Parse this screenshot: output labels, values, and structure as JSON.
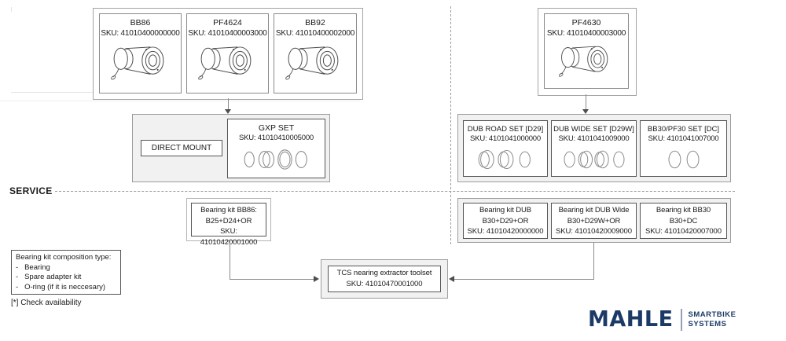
{
  "accent_color": "#1c3a66",
  "left_group": {
    "parts": [
      {
        "name": "BB86",
        "sku": "SKU: 41010400000000"
      },
      {
        "name": "PF4624",
        "sku": "SKU: 41010400003000"
      },
      {
        "name": "BB92",
        "sku": "SKU: 41010400002000"
      }
    ]
  },
  "gxp": {
    "direct_mount": "DIRECT MOUNT",
    "name": "GXP SET",
    "sku": "SKU: 41010410005000"
  },
  "right_part": {
    "name": "PF4630",
    "sku": "SKU: 41010400003000"
  },
  "crank_sets": [
    {
      "name": "DUB ROAD SET [D29]",
      "sku": "SKU: 4101041000000"
    },
    {
      "name": "DUB WIDE SET [D29W]",
      "sku": "SKU: 4101041009000"
    },
    {
      "name": "BB30/PF30 SET [DC]",
      "sku": "SKU: 4101041007000"
    }
  ],
  "service": {
    "label": "SERVICE"
  },
  "bb86_kit": {
    "line1": "Bearing kit BB86:",
    "line2": "B25+D24+OR",
    "sku": "SKU: 41010420001000"
  },
  "service_kits": [
    {
      "line1": "Bearing kit DUB",
      "line2": "B30+D29+OR",
      "sku": "SKU: 41010420000000"
    },
    {
      "line1": "Bearing kit DUB Wide",
      "line2": "B30+D29W+OR",
      "sku": "SKU: 41010420009000"
    },
    {
      "line1": "Bearing kit BB30",
      "line2": "B30+DC",
      "sku": "SKU: 41010420007000"
    }
  ],
  "toolset": {
    "line1": "TCS nearing extractor toolset",
    "sku": "SKU: 41010470001000"
  },
  "note": {
    "title": "Bearing kit composition type:",
    "items": [
      "Bearing",
      "Spare adapter kit",
      "O-ring (if it is neccesary)"
    ],
    "footnote": "[*] Check availability"
  },
  "logo": {
    "brand": "MAHLE",
    "line1": "SMARTBIKE",
    "line2": "SYSTEMS"
  }
}
